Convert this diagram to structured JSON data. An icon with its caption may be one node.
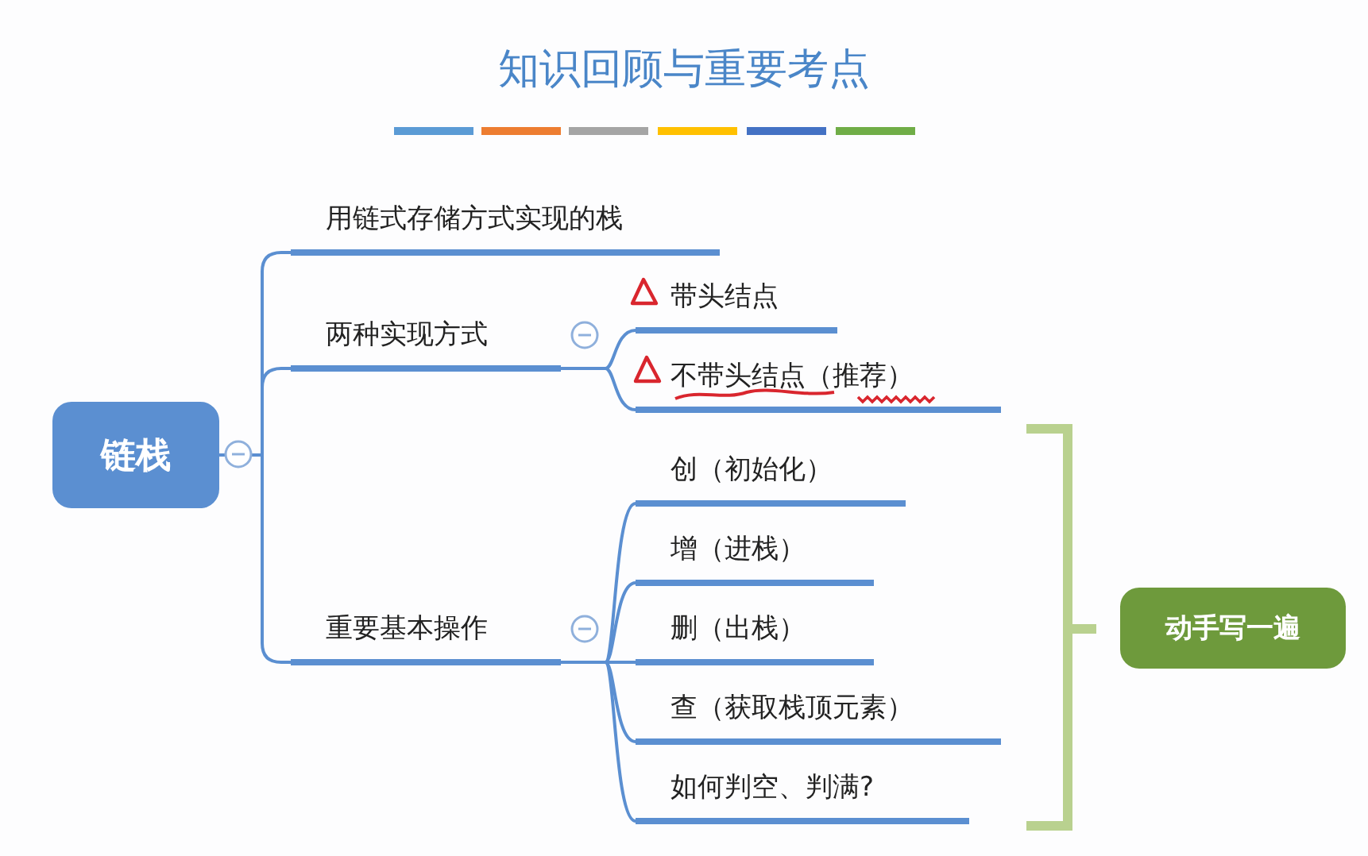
{
  "diagram": {
    "title": "知识回顾与重要考点",
    "nodes": [
      {
        "text": [
          "链栈"
        ]
      },
      {
        "text": [
          "用链式存储方式实现的栈"
        ]
      },
      {
        "text": [
          "两种实现方式"
        ]
      },
      {
        "text": [
          "带头结点"
        ]
      },
      {
        "text": [
          "不带头结点（推荐）"
        ]
      },
      {
        "text": [
          "重要基本操作"
        ]
      },
      {
        "text": [
          "创（初始化）"
        ]
      },
      {
        "text": [
          "增（进栈）"
        ]
      },
      {
        "text": [
          "删（出栈）"
        ]
      },
      {
        "text": [
          "查（获取栈顶元素）"
        ]
      },
      {
        "text": [
          "如何判空、判满?"
        ]
      },
      {
        "text": [
          "动手写一遍"
        ]
      }
    ],
    "edges": [
      {
        "from": 0,
        "to": 1,
        "arrow": "none"
      },
      {
        "from": 0,
        "to": 2,
        "arrow": "none"
      },
      {
        "from": 0,
        "to": 5,
        "arrow": "none"
      },
      {
        "from": 2,
        "to": 3,
        "arrow": "none"
      },
      {
        "from": 2,
        "to": 4,
        "arrow": "none"
      },
      {
        "from": 5,
        "to": 6,
        "arrow": "none"
      },
      {
        "from": 5,
        "to": 7,
        "arrow": "none"
      },
      {
        "from": 5,
        "to": 8,
        "arrow": "none"
      },
      {
        "from": 5,
        "to": 9,
        "arrow": "none"
      },
      {
        "from": 5,
        "to": 10,
        "arrow": "none"
      }
    ]
  }
}
